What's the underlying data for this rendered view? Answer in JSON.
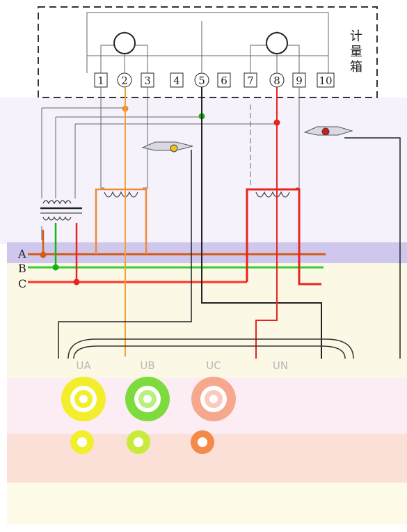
{
  "meter_box": {
    "label_chars": [
      "计",
      "量",
      "箱"
    ],
    "terminals": [
      "1",
      "2",
      "3",
      "4",
      "5",
      "6",
      "7",
      "8",
      "9",
      "10"
    ]
  },
  "phases": [
    "A",
    "B",
    "C"
  ],
  "jacks": [
    "UA",
    "UB",
    "UC",
    "UN"
  ],
  "colors": {
    "phase_a": "#d65a14",
    "phase_b": "#18b318",
    "phase_c": "#e8241c",
    "ua_wire": "#f19a3a",
    "ub_jack": "#8be04a",
    "uc_jack": "#f4a78e",
    "ua_jack": "#f3ee2c",
    "neutral": "#1a1a2e",
    "frame": "#555555",
    "band_top": "#f6f2fc",
    "band_a": "#cfc8ec",
    "band_lower": "#fcf8e6",
    "band_jack": "#fce0da"
  }
}
